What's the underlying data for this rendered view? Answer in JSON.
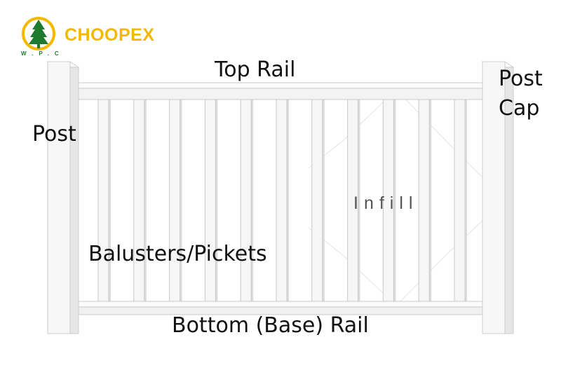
{
  "brand": {
    "name": "CHOOPEX",
    "subtext": "W.P.C",
    "color": "#F3B800",
    "tree_color": "#1E7A2E",
    "subtext_color": "#1E7A2E"
  },
  "labels": {
    "top_rail": "Top Rail",
    "post": "Post",
    "post_cap_line1": "Post",
    "post_cap_line2": "Cap",
    "balusters": "Balusters/Pickets",
    "infill": "Infill",
    "bottom_rail": "Bottom (Base) Rail"
  },
  "colors": {
    "rail_fill": "#f6f6f6",
    "rail_outline": "#c9c9c9",
    "shadow": "#dcdcdc"
  }
}
